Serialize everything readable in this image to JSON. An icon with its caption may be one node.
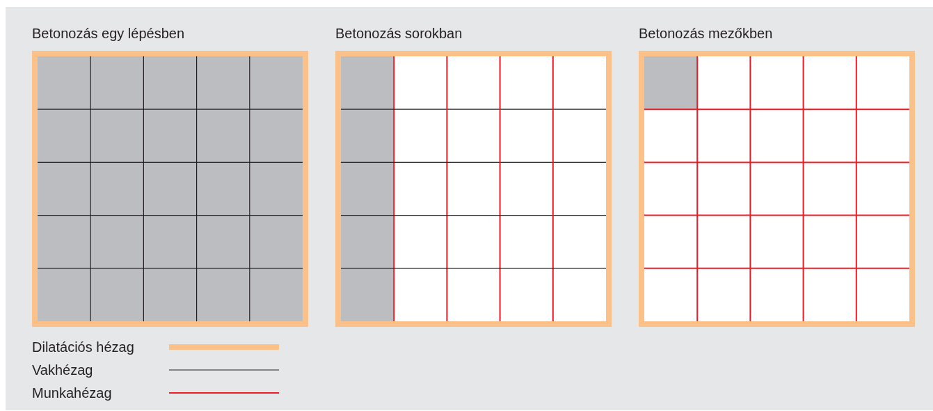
{
  "diagram": {
    "nodes": [
      {
        "text": [
          "Betonozás egy lépésben"
        ]
      },
      {
        "text": [
          "Betonozás sorokban"
        ]
      },
      {
        "text": [
          "Betonozás mezőkben"
        ]
      }
    ],
    "legend": [
      {
        "text": "Dilatációs hézag"
      },
      {
        "text": "Vakhézag"
      },
      {
        "text": "Munkahézag"
      }
    ]
  }
}
